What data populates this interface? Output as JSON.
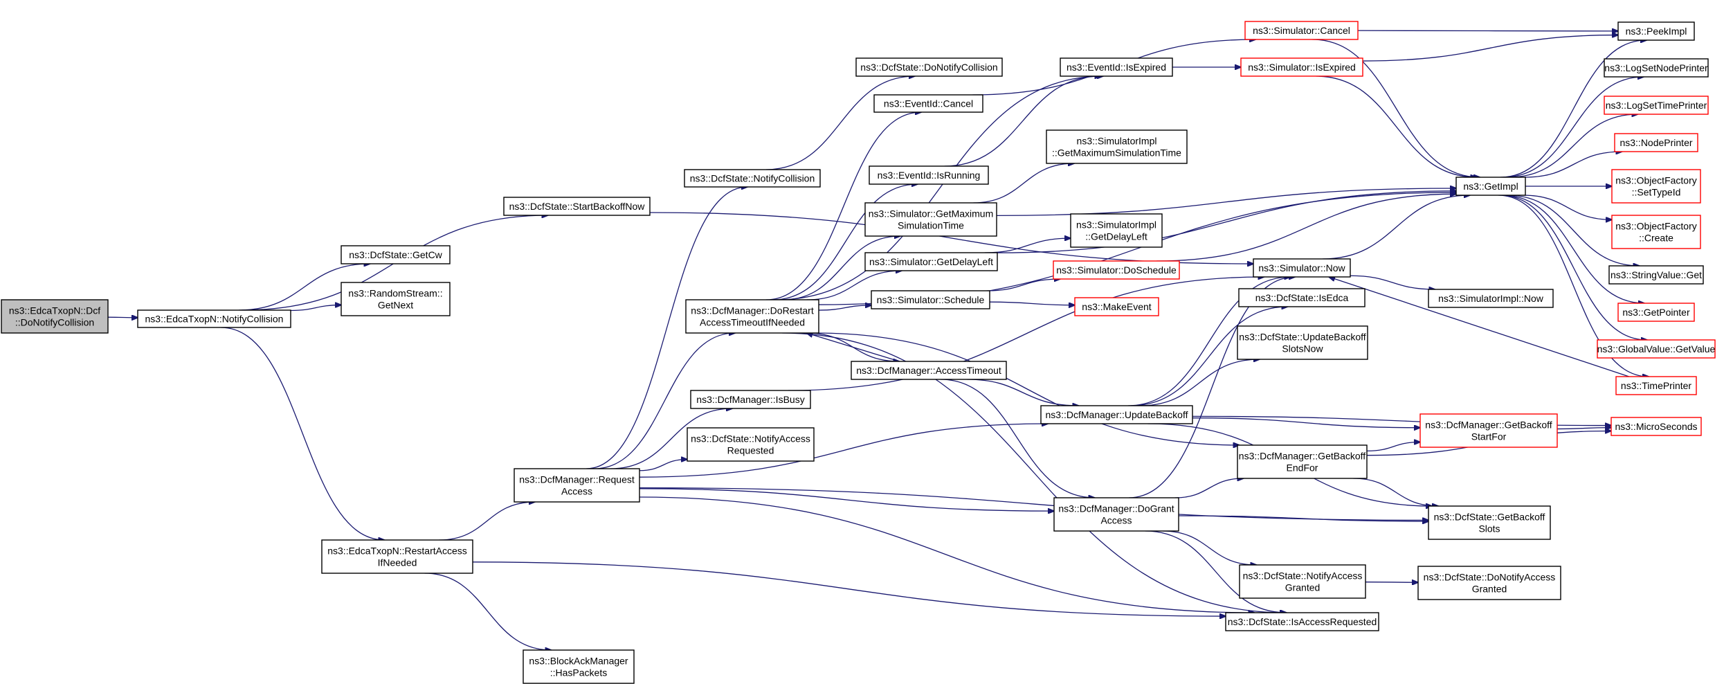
{
  "colors": {
    "edge": "#191970",
    "border_normal": "#000000",
    "border_truncated": "#ff0000",
    "fill_root": "#bfbfbf",
    "fill_normal": "#ffffff"
  },
  "nodes": [
    {
      "id": "root",
      "lines": [
        "ns3::EdcaTxopN::Dcf",
        "::DoNotifyCollision"
      ],
      "style": "root"
    },
    {
      "id": "notifyCollision",
      "lines": [
        "ns3::EdcaTxopN::NotifyCollision"
      ],
      "style": "normal"
    },
    {
      "id": "getCw",
      "lines": [
        "ns3::DcfState::GetCw"
      ],
      "style": "normal"
    },
    {
      "id": "randomStream",
      "lines": [
        "ns3::RandomStream::",
        "GetNext"
      ],
      "style": "normal"
    },
    {
      "id": "startBackoffNow",
      "lines": [
        "ns3::DcfState::StartBackoffNow"
      ],
      "style": "normal"
    },
    {
      "id": "restartAccess",
      "lines": [
        "ns3::EdcaTxopN::RestartAccess",
        "IfNeeded"
      ],
      "style": "normal"
    },
    {
      "id": "hasPackets",
      "lines": [
        "ns3::BlockAckManager",
        "::HasPackets"
      ],
      "style": "normal"
    },
    {
      "id": "requestAccess",
      "lines": [
        "ns3::DcfManager::Request",
        "Access"
      ],
      "style": "normal"
    },
    {
      "id": "dcfNotifyCollision",
      "lines": [
        "ns3::DcfState::NotifyCollision"
      ],
      "style": "normal"
    },
    {
      "id": "doNotifyCollision",
      "lines": [
        "ns3::DcfState::DoNotifyCollision"
      ],
      "style": "normal"
    },
    {
      "id": "doRestart",
      "lines": [
        "ns3::DcfManager::DoRestart",
        "AccessTimeoutIfNeeded"
      ],
      "style": "normal"
    },
    {
      "id": "isBusy",
      "lines": [
        "ns3::DcfManager::IsBusy"
      ],
      "style": "normal"
    },
    {
      "id": "notifyAccessRequested",
      "lines": [
        "ns3::DcfState::NotifyAccess",
        "Requested"
      ],
      "style": "normal"
    },
    {
      "id": "eventCancel",
      "lines": [
        "ns3::EventId::Cancel"
      ],
      "style": "normal"
    },
    {
      "id": "eventIsRunning",
      "lines": [
        "ns3::EventId::IsRunning"
      ],
      "style": "normal"
    },
    {
      "id": "simGetMax",
      "lines": [
        "ns3::Simulator::GetMaximum",
        "SimulationTime"
      ],
      "style": "normal"
    },
    {
      "id": "simGetDelayLeft",
      "lines": [
        "ns3::Simulator::GetDelayLeft"
      ],
      "style": "normal"
    },
    {
      "id": "simSchedule",
      "lines": [
        "ns3::Simulator::Schedule"
      ],
      "style": "normal"
    },
    {
      "id": "accessTimeout",
      "lines": [
        "ns3::DcfManager::AccessTimeout"
      ],
      "style": "normal"
    },
    {
      "id": "eventIsExpired",
      "lines": [
        "ns3::EventId::IsExpired"
      ],
      "style": "normal"
    },
    {
      "id": "implGetMax",
      "lines": [
        "ns3::SimulatorImpl",
        "::GetMaximumSimulationTime"
      ],
      "style": "normal"
    },
    {
      "id": "implGetDelayLeft",
      "lines": [
        "ns3::SimulatorImpl",
        "::GetDelayLeft"
      ],
      "style": "normal"
    },
    {
      "id": "simDoSchedule",
      "lines": [
        "ns3::Simulator::DoSchedule"
      ],
      "style": "truncated"
    },
    {
      "id": "makeEvent",
      "lines": [
        "ns3::MakeEvent"
      ],
      "style": "truncated"
    },
    {
      "id": "updateBackoff",
      "lines": [
        "ns3::DcfManager::UpdateBackoff"
      ],
      "style": "normal"
    },
    {
      "id": "doGrantAccess",
      "lines": [
        "ns3::DcfManager::DoGrant",
        "Access"
      ],
      "style": "normal"
    },
    {
      "id": "simCancel",
      "lines": [
        "ns3::Simulator::Cancel"
      ],
      "style": "truncated"
    },
    {
      "id": "simIsExpired",
      "lines": [
        "ns3::Simulator::IsExpired"
      ],
      "style": "truncated"
    },
    {
      "id": "simNow",
      "lines": [
        "ns3::Simulator::Now"
      ],
      "style": "normal"
    },
    {
      "id": "isEdca",
      "lines": [
        "ns3::DcfState::IsEdca"
      ],
      "style": "normal"
    },
    {
      "id": "updateBackoffSlotsNow",
      "lines": [
        "ns3::DcfState::UpdateBackoff",
        "SlotsNow"
      ],
      "style": "normal"
    },
    {
      "id": "getBackoffEndFor",
      "lines": [
        "ns3::DcfManager::GetBackoff",
        "EndFor"
      ],
      "style": "normal"
    },
    {
      "id": "notifyAccessGranted",
      "lines": [
        "ns3::DcfState::NotifyAccess",
        "Granted"
      ],
      "style": "normal"
    },
    {
      "id": "isAccessRequested",
      "lines": [
        "ns3::DcfState::IsAccessRequested"
      ],
      "style": "normal"
    },
    {
      "id": "getImpl",
      "lines": [
        "ns3::GetImpl"
      ],
      "style": "normal"
    },
    {
      "id": "implNow",
      "lines": [
        "ns3::SimulatorImpl::Now"
      ],
      "style": "normal"
    },
    {
      "id": "getBackoffStartFor",
      "lines": [
        "ns3::DcfManager::GetBackoff",
        "StartFor"
      ],
      "style": "truncated"
    },
    {
      "id": "getBackoffSlots",
      "lines": [
        "ns3::DcfState::GetBackoff",
        "Slots"
      ],
      "style": "normal"
    },
    {
      "id": "doNotifyAccessGranted",
      "lines": [
        "ns3::DcfState::DoNotifyAccess",
        "Granted"
      ],
      "style": "normal"
    },
    {
      "id": "peekImpl",
      "lines": [
        "ns3::PeekImpl"
      ],
      "style": "normal"
    },
    {
      "id": "logSetNodePrinter",
      "lines": [
        "ns3::LogSetNodePrinter"
      ],
      "style": "normal"
    },
    {
      "id": "logSetTimePrinter",
      "lines": [
        "ns3::LogSetTimePrinter"
      ],
      "style": "truncated"
    },
    {
      "id": "nodePrinter",
      "lines": [
        "ns3::NodePrinter"
      ],
      "style": "truncated"
    },
    {
      "id": "objFactorySetTypeId",
      "lines": [
        "ns3::ObjectFactory",
        "::SetTypeId"
      ],
      "style": "truncated"
    },
    {
      "id": "objFactoryCreate",
      "lines": [
        "ns3::ObjectFactory",
        "::Create"
      ],
      "style": "truncated"
    },
    {
      "id": "stringValueGet",
      "lines": [
        "ns3::StringValue::Get"
      ],
      "style": "normal"
    },
    {
      "id": "getPointer",
      "lines": [
        "ns3::GetPointer"
      ],
      "style": "truncated"
    },
    {
      "id": "globalValueGetValue",
      "lines": [
        "ns3::GlobalValue::GetValue"
      ],
      "style": "truncated"
    },
    {
      "id": "timePrinter",
      "lines": [
        "ns3::TimePrinter"
      ],
      "style": "truncated"
    },
    {
      "id": "microSeconds",
      "lines": [
        "ns3::MicroSeconds"
      ],
      "style": "truncated"
    }
  ],
  "edges": [
    [
      "root",
      "notifyCollision"
    ],
    [
      "notifyCollision",
      "getCw"
    ],
    [
      "notifyCollision",
      "randomStream"
    ],
    [
      "notifyCollision",
      "startBackoffNow"
    ],
    [
      "notifyCollision",
      "restartAccess"
    ],
    [
      "startBackoffNow",
      "simNow"
    ],
    [
      "restartAccess",
      "hasPackets"
    ],
    [
      "restartAccess",
      "requestAccess"
    ],
    [
      "restartAccess",
      "isAccessRequested"
    ],
    [
      "requestAccess",
      "dcfNotifyCollision"
    ],
    [
      "requestAccess",
      "doRestart"
    ],
    [
      "requestAccess",
      "isBusy"
    ],
    [
      "requestAccess",
      "notifyAccessRequested"
    ],
    [
      "requestAccess",
      "updateBackoff"
    ],
    [
      "requestAccess",
      "doGrantAccess"
    ],
    [
      "requestAccess",
      "isAccessRequested"
    ],
    [
      "requestAccess",
      "getBackoffSlots"
    ],
    [
      "dcfNotifyCollision",
      "doNotifyCollision"
    ],
    [
      "doRestart",
      "eventCancel"
    ],
    [
      "doRestart",
      "eventIsExpired"
    ],
    [
      "doRestart",
      "eventIsRunning"
    ],
    [
      "doRestart",
      "simGetMax"
    ],
    [
      "doRestart",
      "simGetDelayLeft"
    ],
    [
      "doRestart",
      "simSchedule"
    ],
    [
      "doRestart",
      "accessTimeout"
    ],
    [
      "doRestart",
      "getBackoffEndFor"
    ],
    [
      "doRestart",
      "isAccessRequested"
    ],
    [
      "doRestart",
      "getImpl"
    ],
    [
      "isBusy",
      "simNow"
    ],
    [
      "eventCancel",
      "simCancel"
    ],
    [
      "eventIsRunning",
      "eventIsExpired"
    ],
    [
      "eventIsExpired",
      "simIsExpired"
    ],
    [
      "simGetMax",
      "implGetMax"
    ],
    [
      "simGetMax",
      "getImpl"
    ],
    [
      "simGetDelayLeft",
      "implGetDelayLeft"
    ],
    [
      "simGetDelayLeft",
      "getImpl"
    ],
    [
      "simSchedule",
      "simDoSchedule"
    ],
    [
      "simSchedule",
      "makeEvent"
    ],
    [
      "accessTimeout",
      "doRestart"
    ],
    [
      "accessTimeout",
      "updateBackoff"
    ],
    [
      "accessTimeout",
      "doGrantAccess"
    ],
    [
      "simDoSchedule",
      "getImpl"
    ],
    [
      "updateBackoff",
      "simNow"
    ],
    [
      "updateBackoff",
      "isEdca"
    ],
    [
      "updateBackoff",
      "updateBackoffSlotsNow"
    ],
    [
      "updateBackoff",
      "getBackoffStartFor"
    ],
    [
      "updateBackoff",
      "getBackoffSlots"
    ],
    [
      "updateBackoff",
      "microSeconds"
    ],
    [
      "doGrantAccess",
      "simNow"
    ],
    [
      "doGrantAccess",
      "getBackoffEndFor"
    ],
    [
      "doGrantAccess",
      "getBackoffSlots"
    ],
    [
      "doGrantAccess",
      "notifyAccessGranted"
    ],
    [
      "doGrantAccess",
      "isAccessRequested"
    ],
    [
      "getBackoffEndFor",
      "getBackoffStartFor"
    ],
    [
      "getBackoffEndFor",
      "getBackoffSlots"
    ],
    [
      "getBackoffEndFor",
      "microSeconds"
    ],
    [
      "getBackoffStartFor",
      "microSeconds"
    ],
    [
      "notifyAccessGranted",
      "doNotifyAccessGranted"
    ],
    [
      "simCancel",
      "peekImpl"
    ],
    [
      "simCancel",
      "getImpl"
    ],
    [
      "simIsExpired",
      "peekImpl"
    ],
    [
      "simIsExpired",
      "getImpl"
    ],
    [
      "simNow",
      "getImpl"
    ],
    [
      "simNow",
      "implNow"
    ],
    [
      "getImpl",
      "peekImpl"
    ],
    [
      "getImpl",
      "logSetNodePrinter"
    ],
    [
      "getImpl",
      "logSetTimePrinter"
    ],
    [
      "getImpl",
      "nodePrinter"
    ],
    [
      "getImpl",
      "objFactorySetTypeId"
    ],
    [
      "getImpl",
      "objFactoryCreate"
    ],
    [
      "getImpl",
      "stringValueGet"
    ],
    [
      "getImpl",
      "getPointer"
    ],
    [
      "getImpl",
      "globalValueGetValue"
    ],
    [
      "getImpl",
      "timePrinter"
    ],
    [
      "timePrinter",
      "simNow"
    ]
  ]
}
